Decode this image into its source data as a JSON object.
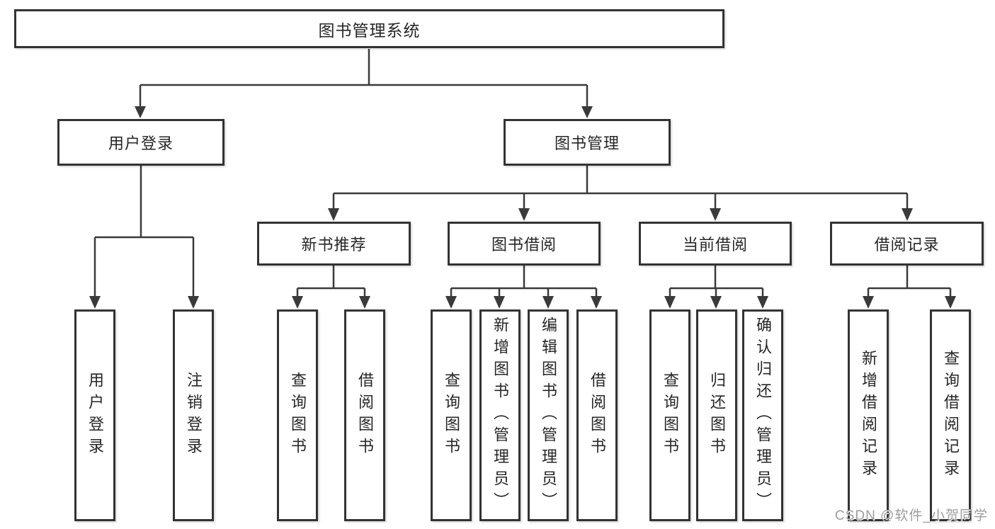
{
  "diagram": {
    "title": "图书管理系统",
    "branches": [
      {
        "label": "用户登录",
        "children": [
          {
            "label": "用户登录"
          },
          {
            "label": "注销登录"
          }
        ]
      },
      {
        "label": "图书管理",
        "groups": [
          {
            "label": "新书推荐",
            "children": [
              {
                "label": "查询图书"
              },
              {
                "label": "借阅图书"
              }
            ]
          },
          {
            "label": "图书借阅",
            "children": [
              {
                "label": "查询图书"
              },
              {
                "label": "新增图书（管理员）"
              },
              {
                "label": "编辑图书（管理员）"
              },
              {
                "label": "借阅图书"
              }
            ]
          },
          {
            "label": "当前借阅",
            "children": [
              {
                "label": "查询图书"
              },
              {
                "label": "归还图书"
              },
              {
                "label": "确认归还（管理员）"
              }
            ]
          },
          {
            "label": "借阅记录",
            "children": [
              {
                "label": "新增借阅记录"
              },
              {
                "label": "查询借阅记录"
              }
            ]
          }
        ]
      }
    ]
  },
  "watermark": "CSDN @软件_小贺同学",
  "colors": {
    "line": "#3a3a3a",
    "border": "#333333",
    "text": "#262626",
    "watermark": "#9c9c9c",
    "background": "#ffffff"
  }
}
